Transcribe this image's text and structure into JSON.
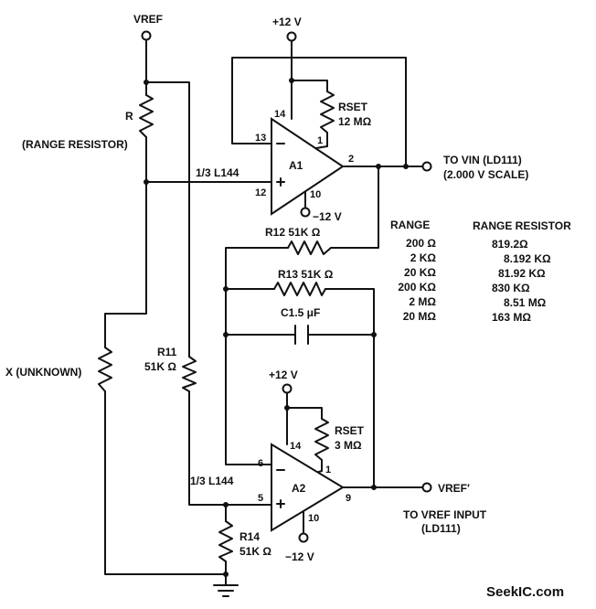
{
  "labels": {
    "vref_top": "VREF",
    "plus12_top": "+12 V",
    "r_label": "R",
    "range_resistor_note": "(RANGE RESISTOR)",
    "rset1_name": "RSET",
    "rset1_value": "12 MΩ",
    "amp1_name": "A1",
    "amp1_part": "1/3 L144",
    "minus12_a1": "−12 V",
    "pin_13": "13",
    "pin_14a": "14",
    "pin_1a": "1",
    "pin_12": "12",
    "pin_10a": "10",
    "pin_2": "2",
    "out1_line1": "TO VIN (LD111)",
    "out1_line2": "(2.000 V SCALE)",
    "r12_label": "R12  51K Ω",
    "r13_label": "R13  51K Ω",
    "c1_label": "C1.5 μF",
    "x_unknown": "X  (UNKNOWN)",
    "r11_name": "R11",
    "r11_value": "51K Ω",
    "plus12_mid": "+12 V",
    "rset2_name": "RSET",
    "rset2_value": "3 MΩ",
    "pin_14b": "14",
    "pin_6": "6",
    "pin_1b": "1",
    "amp2_name": "A2",
    "amp2_part": "1/3 L144",
    "pin_5": "5",
    "pin_9": "9",
    "pin_10b": "10",
    "vref_out": "VREF′",
    "out2_line1": "TO VREF INPUT",
    "out2_line2": "(LD111)",
    "r14_name": "R14",
    "r14_value": "51K Ω",
    "minus12_a2": "−12 V",
    "watermark": "SeekIC.com"
  },
  "range_table": {
    "header_range": "RANGE",
    "header_resistor": "RANGE RESISTOR",
    "rows": [
      {
        "range": "200 Ω",
        "resistor": "819.2Ω"
      },
      {
        "range": "2 KΩ",
        "resistor": "8.192 KΩ"
      },
      {
        "range": "20 KΩ",
        "resistor": "81.92 KΩ"
      },
      {
        "range": "200 KΩ",
        "resistor": "830 KΩ"
      },
      {
        "range": "2 MΩ",
        "resistor": "8.51 MΩ"
      },
      {
        "range": "20 MΩ",
        "resistor": "163 MΩ"
      }
    ]
  }
}
